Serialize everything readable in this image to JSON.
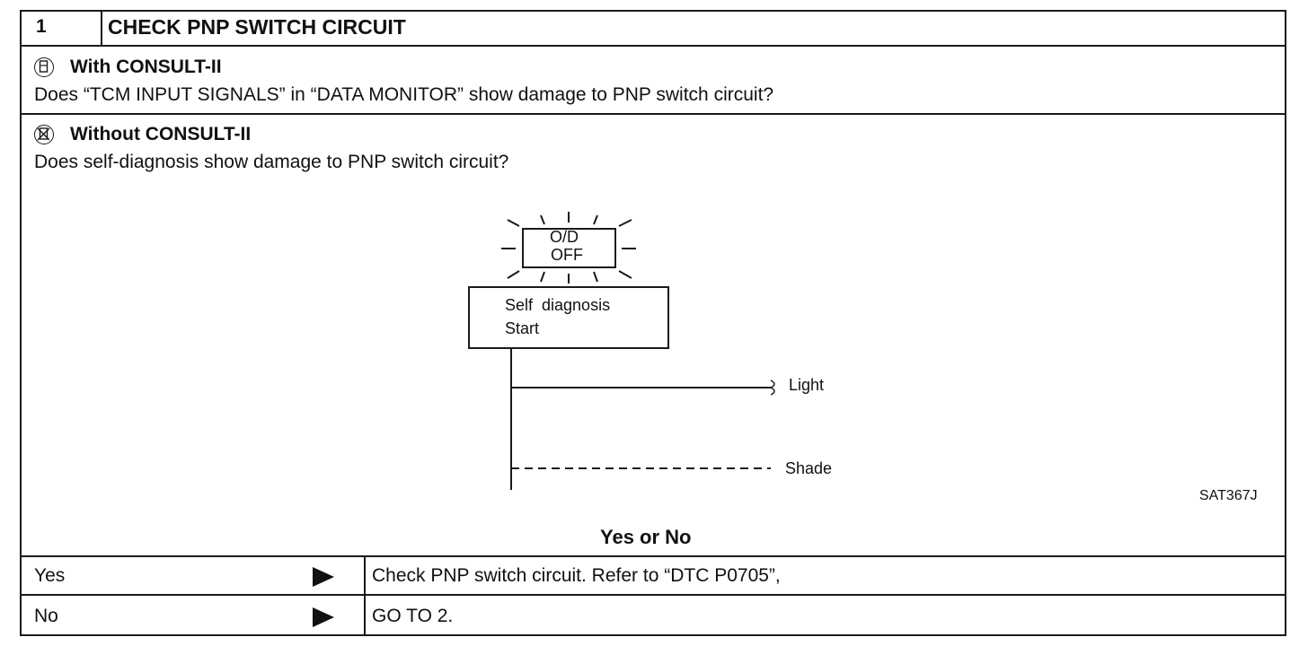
{
  "step": {
    "number": "1",
    "title": "CHECK PNP SWITCH CIRCUIT"
  },
  "with_consult": {
    "icon": "consult-device-icon",
    "heading": "With CONSULT-II",
    "question": "Does “TCM INPUT SIGNALS” in “DATA MONITOR” show damage to PNP switch circuit?"
  },
  "without_consult": {
    "icon": "no-consult-icon",
    "heading": "Without CONSULT-II",
    "question": "Does self-diagnosis show damage to PNP switch circuit?"
  },
  "diagram": {
    "lamp_line1": "O/D",
    "lamp_line2": "OFF",
    "box_line1": "Self  diagnosis",
    "box_line2": "Start",
    "light_label": "Light",
    "shade_label": "Shade",
    "figure_code": "SAT367J"
  },
  "decision": {
    "prompt": "Yes or No",
    "rows": [
      {
        "answer": "Yes",
        "action": "Check PNP switch circuit. Refer to “DTC P0705”,"
      },
      {
        "answer": "No",
        "action": "GO TO 2."
      }
    ]
  }
}
